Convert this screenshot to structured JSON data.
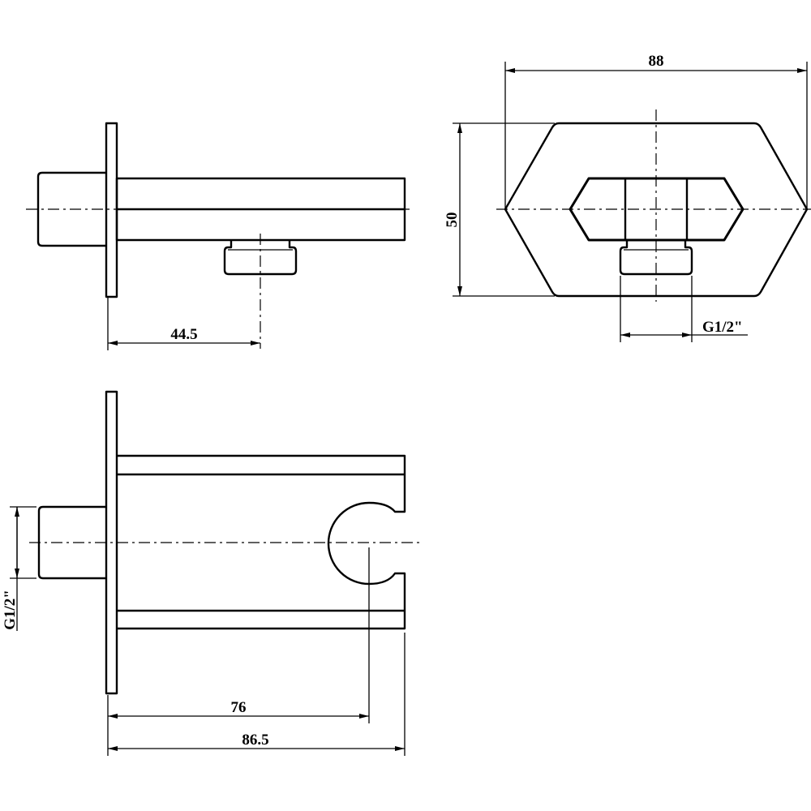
{
  "drawing": {
    "side_view_top": {
      "dim_outlet_offset": "44.5"
    },
    "front_view": {
      "dim_width": "88",
      "dim_height": "50",
      "dim_outlet_thread": "G1/2\""
    },
    "side_view_bottom": {
      "dim_holder_center": "76",
      "dim_total_depth": "86.5",
      "dim_inlet_thread": "G1/2\""
    }
  },
  "colors": {
    "line": "#000000",
    "background": "#ffffff"
  }
}
